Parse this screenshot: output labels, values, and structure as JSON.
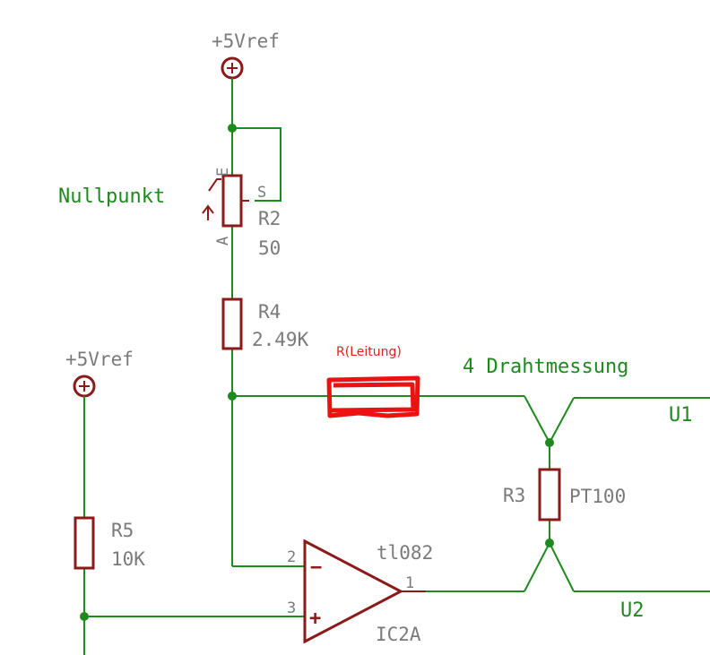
{
  "supply_top": {
    "label": "+5Vref"
  },
  "supply_left": {
    "label": "+5Vref"
  },
  "r2": {
    "name": "R2",
    "value": "50",
    "pin_e": "E",
    "pin_a": "A",
    "pin_s": "S",
    "function": "Nullpunkt"
  },
  "r4": {
    "name": "R4",
    "value": "2.49K"
  },
  "r5": {
    "name": "R5",
    "value": "10K"
  },
  "r3": {
    "name": "R3",
    "value": "PT100"
  },
  "opamp": {
    "part": "tl082",
    "name": "IC2A",
    "pin_inv": "2",
    "pin_noninv": "3",
    "pin_out": "1",
    "sign_minus": "−",
    "sign_plus": "+"
  },
  "annotation": {
    "label": "R(Leitung)"
  },
  "net_labels": {
    "four_wire": "4 Drahtmessung",
    "u1": "U1",
    "u2": "U2"
  },
  "colors": {
    "wire": "#1e8a1e",
    "component": "#8b1a1a",
    "label": "#7a7a7a",
    "annotation": "#ee1111"
  }
}
